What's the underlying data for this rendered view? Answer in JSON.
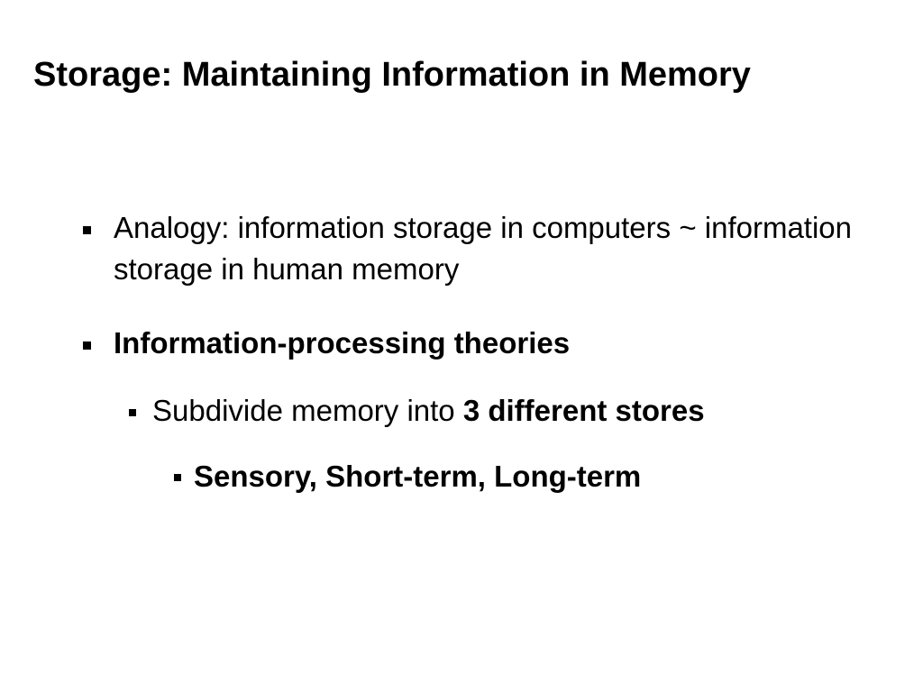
{
  "slide": {
    "title": "Storage: Maintaining Information in Memory",
    "bullets": [
      {
        "level": 1,
        "text": "Analogy: information storage in computers ~ information storage in human memory"
      },
      {
        "level": 1,
        "text": "Information-processing theories",
        "bold": true
      },
      {
        "level": 2,
        "text_prefix": "Subdivide memory into ",
        "text_bold": "3 different stores"
      },
      {
        "level": 3,
        "text": "Sensory, Short-term, Long-term",
        "bold": true
      }
    ],
    "bullet_icon": "square-bullet-icon",
    "text_color": "#000000",
    "background_color": "#ffffff"
  }
}
